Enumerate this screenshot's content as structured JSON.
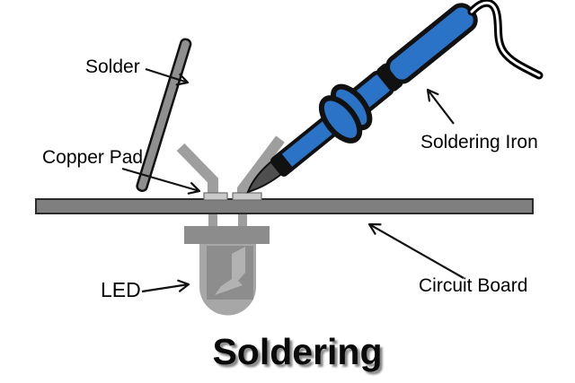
{
  "title": "Soldering",
  "labels": {
    "solder": "Solder",
    "copper_pad": "Copper Pad",
    "led": "LED",
    "soldering_iron": "Soldering Iron",
    "circuit_board": "Circuit Board"
  },
  "colors": {
    "iron_blue": "#2b73c6",
    "tip_gray": "#4f4f4f",
    "solder_gray": "#8f8f8f",
    "leg_gray": "#9e9e9e",
    "pad_gray": "#cacaca",
    "board_gray": "#7f7f7f",
    "flange_gray": "#8c8c8c",
    "led_body_gray": "#a7a7a7",
    "led_inner_gray": "#8d8d8d",
    "led_post_gray": "#b2b2b2",
    "outline_black": "#111111",
    "arrow_black": "#111111",
    "title_color": "#0a0a0a"
  }
}
